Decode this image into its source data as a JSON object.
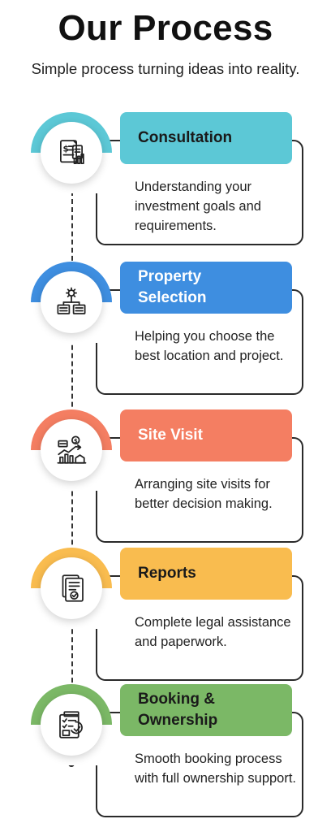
{
  "title": "Our Process",
  "subtitle": "Simple process turning ideas into reality.",
  "steps": [
    {
      "title": "Consultation",
      "description": "Understanding your investment goals and requirements.",
      "color": "#5CC8D6",
      "text_color": "#1a1a1a",
      "icon": "financial-document-icon"
    },
    {
      "title": "Property Selection",
      "description": "Helping you choose the best location and project.",
      "color": "#3E8EE0",
      "text_color": "#ffffff",
      "icon": "gear-network-icon"
    },
    {
      "title": "Site Visit",
      "description": "Arranging site visits for better decision making.",
      "color": "#F47E62",
      "text_color": "#ffffff",
      "icon": "market-growth-icon"
    },
    {
      "title": "Reports",
      "description": "Complete legal assistance and paperwork.",
      "color": "#F9BC4F",
      "text_color": "#1a1a1a",
      "icon": "checklist-document-icon"
    },
    {
      "title": "Booking & Ownership",
      "description": "Smooth booking process with full ownership support.",
      "color": "#7BB866",
      "text_color": "#1a1a1a",
      "icon": "booking-checklist-icon"
    }
  ]
}
